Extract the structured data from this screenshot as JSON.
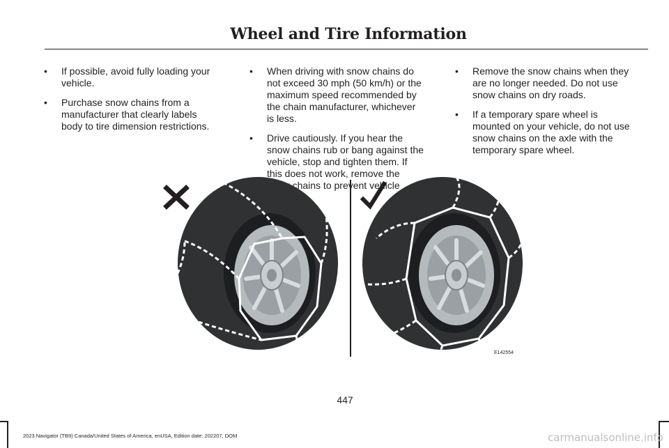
{
  "header": {
    "title": "Wheel and Tire Information"
  },
  "columns": [
    {
      "items": [
        {
          "bullet": "•",
          "text": "If possible, avoid fully loading your vehicle."
        },
        {
          "bullet": "•",
          "text": "Purchase snow chains from a manufacturer that clearly labels body to tire dimension restrictions."
        }
      ]
    },
    {
      "items": [
        {
          "bullet": "•",
          "text": "When driving with snow chains do not exceed 30 mph (50 km/h) or the maximum speed recommended by the chain manufacturer, whichever is less."
        },
        {
          "bullet": "•",
          "text": "Drive cautiously. If you hear the snow chains rub or bang against the vehicle, stop and tighten them. If this does not work, remove the snow chains to prevent vehicle damage."
        }
      ]
    },
    {
      "items": [
        {
          "bullet": "•",
          "text": "Remove the snow chains when they are no longer needed. Do not use snow chains on dry roads."
        },
        {
          "bullet": "•",
          "text": "If a temporary spare wheel is mounted on your vehicle, do not use snow chains on the axle with the temporary spare wheel."
        }
      ]
    }
  ],
  "figure": {
    "incorrect_icon": "cross-mark-icon",
    "correct_icon": "check-mark-icon",
    "reference_code": "E142554",
    "colors": {
      "tire": "#2f3133",
      "rim": "#b5babd",
      "chain": "#ffffff",
      "ink": "#231f20"
    }
  },
  "page_number": "447",
  "footer": {
    "text": "2023 Navigator (TB9) Canada/United States of America, enUSA, Edition date: 202207, DOM"
  },
  "watermark": {
    "text": "carmanualsonline.info"
  }
}
